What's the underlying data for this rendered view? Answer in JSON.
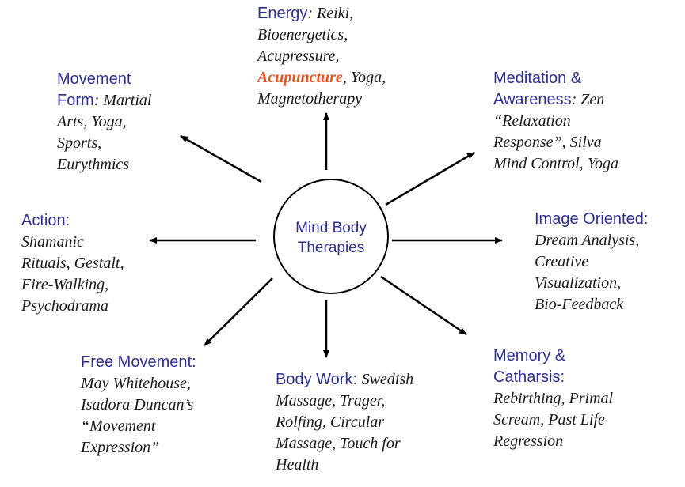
{
  "center": {
    "line1": "Mind Body",
    "line2": "Therapies"
  },
  "nodes": {
    "energy": {
      "heading": "Energy",
      "l1_rest": ": Reiki,",
      "l2": "Bioenergetics,",
      "l3": "Acupressure,",
      "l4_highlight": "Acupuncture",
      "l4_rest": ", Yoga,",
      "l5": "Magnetotherapy"
    },
    "movement_form": {
      "heading1": "Movement",
      "heading2": "Form",
      "l2_rest": ": Martial",
      "l3": "Arts, Yoga,",
      "l4": "Sports,",
      "l5": "Eurythmics"
    },
    "meditation": {
      "heading1": "Meditation &",
      "heading2": "Awareness",
      "l2_rest": ": Zen",
      "l3": "“Relaxation",
      "l4": "Response”, Silva",
      "l5": "Mind Control, Yoga"
    },
    "action": {
      "heading": "Action",
      "colon": ":",
      "l2": "Shamanic",
      "l3": "Rituals, Gestalt,",
      "l4": "Fire-Walking,",
      "l5": "Psychodrama"
    },
    "image_oriented": {
      "heading": "Image Oriented",
      "colon": ":",
      "l2": "Dream Analysis,",
      "l3": "Creative",
      "l4": "Visualization,",
      "l5": "Bio-Feedback"
    },
    "free_movement": {
      "heading": "Free Movement",
      "colon": ":",
      "l2": "May Whitehouse,",
      "l3": "Isadora Duncan’s",
      "l4": "“Movement",
      "l5": "Expression”"
    },
    "body_work": {
      "heading": "Body Work",
      "colon": ": ",
      "l1_rest": "Swedish",
      "l2": "Massage, Trager,",
      "l3": "Rolfing, Circular",
      "l4": "Massage, Touch for",
      "l5": "Health"
    },
    "memory": {
      "heading1": "Memory &",
      "heading2": "Catharsis",
      "colon": ":",
      "l3": "Rebirthing, Primal",
      "l4": "Scream, Past Life",
      "l5": "Regression"
    }
  },
  "colors": {
    "heading": "#2e3192",
    "body_text": "#1a1a1a",
    "highlight": "#e8541e",
    "arrows": "#000000"
  }
}
